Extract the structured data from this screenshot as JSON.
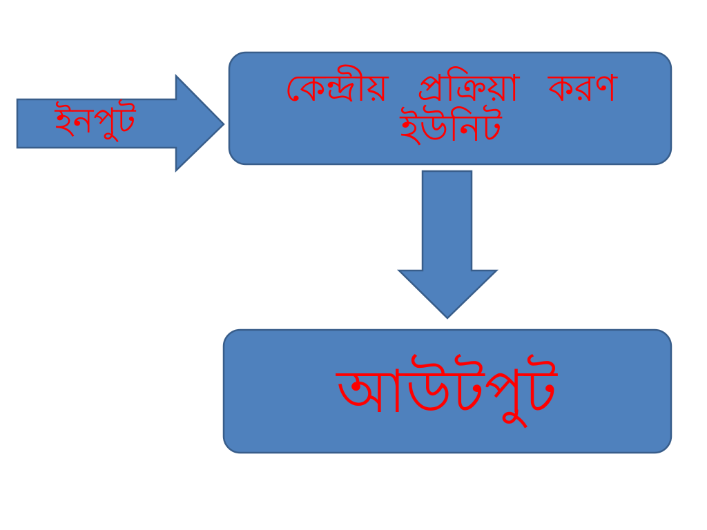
{
  "diagram": {
    "input_label": "ইনপুট",
    "cpu_label_line_1": "কেন্দ্রীয় প্রক্রিয়া করণ",
    "cpu_label_line_2": "ইউনিট",
    "output_label": "আউটপুট"
  },
  "colors": {
    "shape_fill": "#4f81bd",
    "shape_stroke": "#385d8a",
    "text": "#ff0000",
    "background": "#ffffff"
  }
}
